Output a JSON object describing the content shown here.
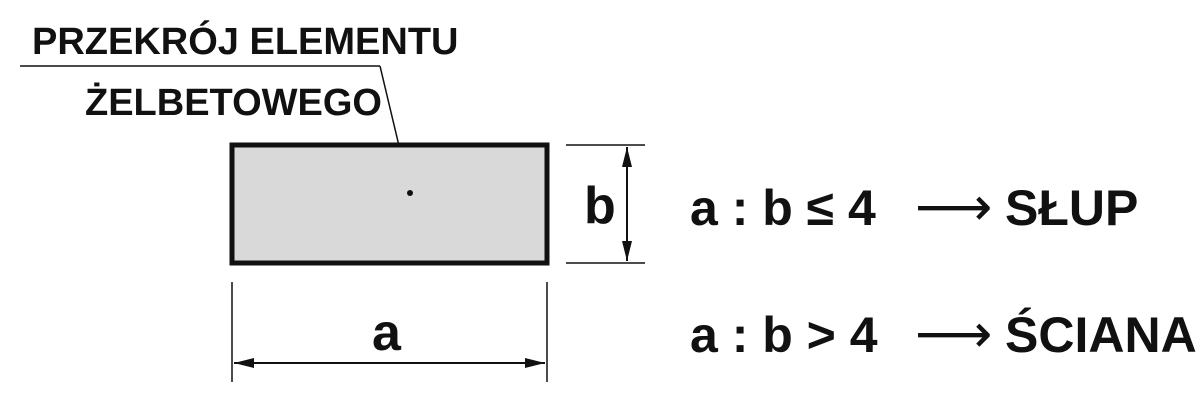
{
  "callout": {
    "line1": "PRZEKRÓJ ELEMENTU",
    "line2": "ŻELBETOWEGO"
  },
  "dimensions": {
    "width_label": "a",
    "height_label": "b"
  },
  "rules": [
    {
      "condition": "a : b ≤ 4",
      "arrow": "⟶",
      "result": "SŁUP"
    },
    {
      "condition": "a : b > 4",
      "arrow": "⟶",
      "result": "ŚCIANA"
    }
  ],
  "colors": {
    "section_fill": "#d9d9d9",
    "line": "#111111",
    "background": "#ffffff"
  }
}
